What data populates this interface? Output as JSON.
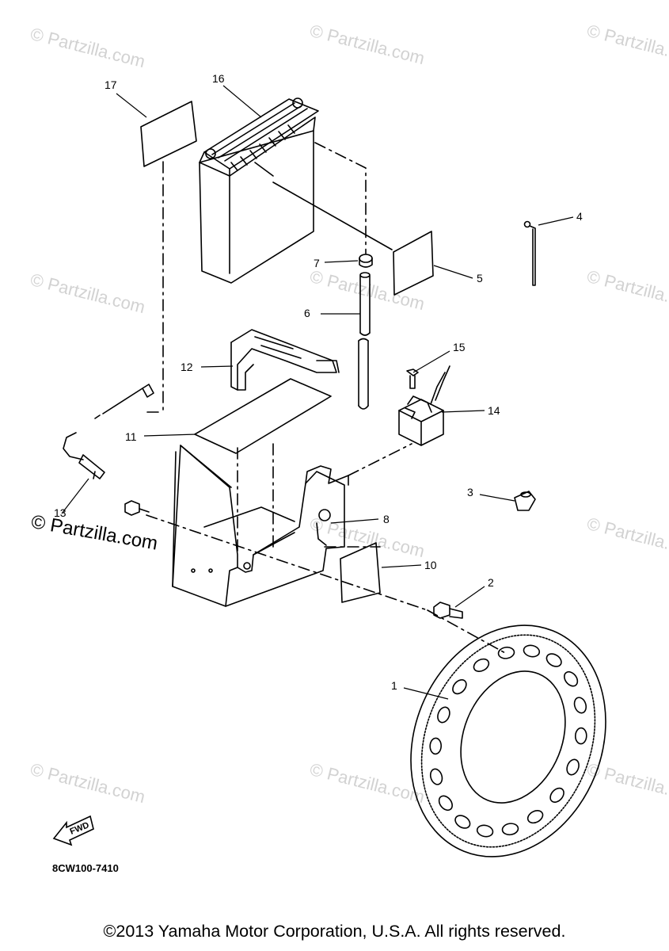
{
  "watermark": "© Partzilla.com",
  "callouts": [
    {
      "id": "c1",
      "label": "1"
    },
    {
      "id": "c2",
      "label": "2"
    },
    {
      "id": "c3",
      "label": "3"
    },
    {
      "id": "c4",
      "label": "4"
    },
    {
      "id": "c5",
      "label": "5"
    },
    {
      "id": "c6",
      "label": "6"
    },
    {
      "id": "c7",
      "label": "7"
    },
    {
      "id": "c8",
      "label": "8"
    },
    {
      "id": "c10",
      "label": "10"
    },
    {
      "id": "c11",
      "label": "11"
    },
    {
      "id": "c12",
      "label": "12"
    },
    {
      "id": "c13",
      "label": "13"
    },
    {
      "id": "c14",
      "label": "14"
    },
    {
      "id": "c15",
      "label": "15"
    },
    {
      "id": "c16",
      "label": "16"
    },
    {
      "id": "c17",
      "label": "17"
    }
  ],
  "fwd_label": "FWD",
  "diagram_code": "8CW100-7410",
  "copyright": "©2013 Yamaha Motor Corporation, U.S.A. All rights reserved."
}
